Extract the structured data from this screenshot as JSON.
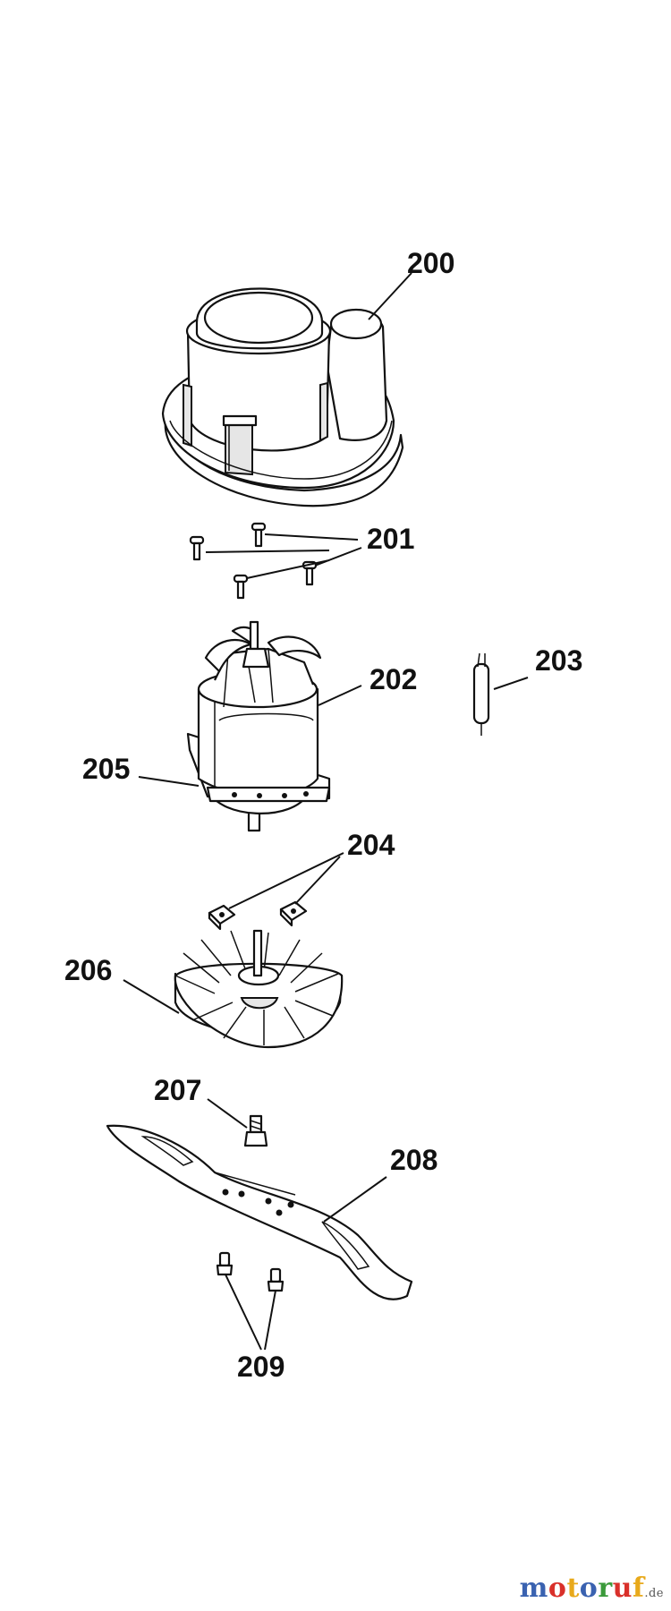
{
  "parts": [
    {
      "id": "motor-cover",
      "label": "200"
    },
    {
      "id": "cover-screws",
      "label": "201"
    },
    {
      "id": "motor",
      "label": "202"
    },
    {
      "id": "capacitor",
      "label": "203"
    },
    {
      "id": "motor-bracket",
      "label": "204"
    },
    {
      "id": "nuts",
      "label": "205"
    },
    {
      "id": "fan",
      "label": "206"
    },
    {
      "id": "blade-bolt",
      "label": "207"
    },
    {
      "id": "blade",
      "label": "208"
    },
    {
      "id": "blade-screws",
      "label": "209"
    }
  ],
  "watermark": {
    "letters": [
      "m",
      "o",
      "t",
      "o",
      "r",
      "u",
      "f"
    ],
    "suffix": ".de"
  }
}
